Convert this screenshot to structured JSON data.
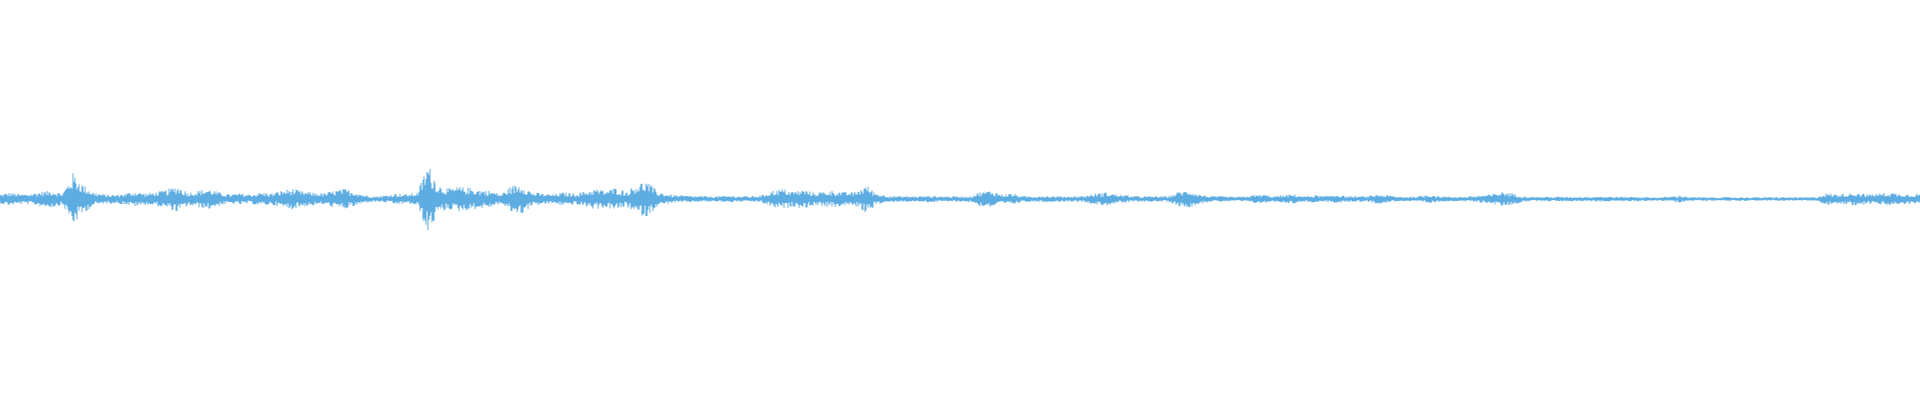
{
  "waveform": {
    "color": "#5DADE2",
    "background": "#FFFFFF",
    "amplitude_envelope": [
      0.1,
      0.14,
      0.1,
      0.12,
      0.16,
      0.18,
      0.12,
      0.55,
      0.3,
      0.14,
      0.1,
      0.09,
      0.12,
      0.16,
      0.12,
      0.15,
      0.2,
      0.28,
      0.14,
      0.18,
      0.22,
      0.14,
      0.1,
      0.12,
      0.1,
      0.14,
      0.12,
      0.18,
      0.22,
      0.16,
      0.14,
      0.12,
      0.18,
      0.22,
      0.16,
      0.08,
      0.06,
      0.08,
      0.12,
      0.1,
      0.14,
      0.75,
      0.3,
      0.22,
      0.26,
      0.24,
      0.2,
      0.18,
      0.1,
      0.28,
      0.32,
      0.14,
      0.12,
      0.1,
      0.14,
      0.12,
      0.16,
      0.22,
      0.18,
      0.24,
      0.16,
      0.32,
      0.38,
      0.16,
      0.1,
      0.08,
      0.07,
      0.06,
      0.06,
      0.06,
      0.07,
      0.06,
      0.06,
      0.08,
      0.18,
      0.22,
      0.16,
      0.2,
      0.14,
      0.16,
      0.18,
      0.14,
      0.15,
      0.3,
      0.12,
      0.08,
      0.06,
      0.06,
      0.06,
      0.07,
      0.06,
      0.06,
      0.06,
      0.06,
      0.16,
      0.18,
      0.1,
      0.12,
      0.06,
      0.06,
      0.07,
      0.06,
      0.06,
      0.06,
      0.07,
      0.12,
      0.14,
      0.1,
      0.08,
      0.06,
      0.06,
      0.06,
      0.06,
      0.16,
      0.18,
      0.1,
      0.06,
      0.06,
      0.05,
      0.05,
      0.08,
      0.1,
      0.06,
      0.08,
      0.1,
      0.06,
      0.08,
      0.06,
      0.1,
      0.06,
      0.06,
      0.06,
      0.1,
      0.08,
      0.05,
      0.05,
      0.06,
      0.1,
      0.06,
      0.05,
      0.05,
      0.06,
      0.08,
      0.1,
      0.16,
      0.12,
      0.06,
      0.05,
      0.05,
      0.05,
      0.05,
      0.05,
      0.05,
      0.06,
      0.05,
      0.05,
      0.05,
      0.05,
      0.04,
      0.04,
      0.05,
      0.08,
      0.04,
      0.04,
      0.04,
      0.04,
      0.04,
      0.04,
      0.04,
      0.04,
      0.04,
      0.04,
      0.04,
      0.04,
      0.04,
      0.12,
      0.1,
      0.12,
      0.14,
      0.1,
      0.12,
      0.14,
      0.12,
      0.1,
      0.12
    ]
  }
}
